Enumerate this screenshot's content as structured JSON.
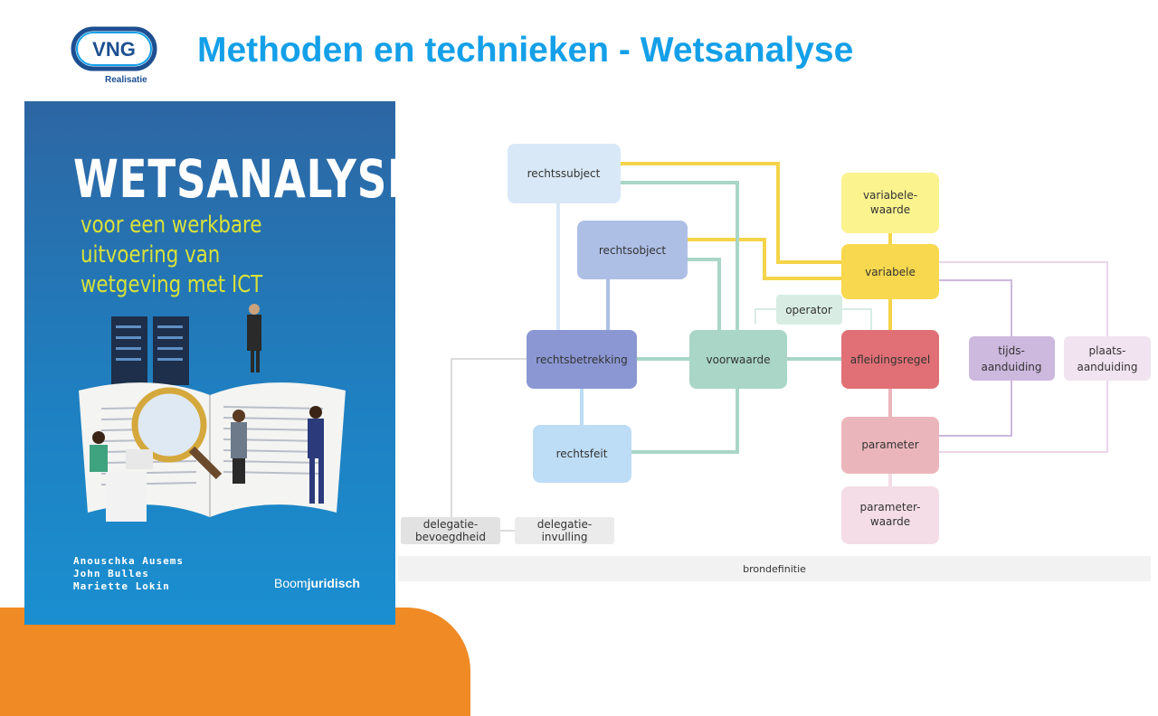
{
  "header": {
    "logo_text": "VNG",
    "logo_subtext": "Realisatie",
    "title": "Methoden en technieken - Wetsanalyse"
  },
  "book": {
    "title": "WETSANALYSE",
    "subtitle_lines": [
      "voor een werkbare",
      "uitvoering van",
      "wetgeving met ICT"
    ],
    "authors": [
      "Anouschka Ausems",
      "John Bulles",
      "Mariette Lokin"
    ],
    "publisher_light": "Boom",
    "publisher_bold": "juridisch"
  },
  "diagram": {
    "nodes": {
      "rechtssubject": "rechtssubject",
      "rechtsobject": "rechtsobject",
      "rechtsbetrekking": "rechtsbetrekking",
      "voorwaarde": "voorwaarde",
      "rechtsfeit": "rechtsfeit",
      "operator": "operator",
      "variabele_waarde_1": "variabele-",
      "variabele_waarde_2": "waarde",
      "variabele": "variabele",
      "afleidingsregel": "afleidingsregel",
      "parameter": "parameter",
      "parameter_waarde_1": "parameter-",
      "parameter_waarde_2": "waarde",
      "tijdsaanduiding_1": "tijds-",
      "tijdsaanduiding_2": "aanduiding",
      "plaatsaanduiding_1": "plaats-",
      "plaatsaanduiding_2": "aanduiding",
      "delegatiebevoegdheid_1": "delegatie-",
      "delegatiebevoegdheid_2": "bevoegdheid",
      "delegatieinvulling_1": "delegatie-",
      "delegatieinvulling_2": "invulling"
    },
    "footer": "brondefinitie",
    "colors": {
      "yellow": "#f5d44a",
      "teal": "#a9d6c6",
      "light_blue": "#d9e8f7",
      "periwinkle": "#aebfe6",
      "indigo": "#8b97d3",
      "sky": "#bddcf5",
      "mint": "#d8ece4",
      "pale_yellow": "#fbf38e",
      "gold": "#f7d84e",
      "red": "#e07075",
      "pink": "#ebb6bb",
      "pale_pink": "#f4dde6",
      "lilac": "#cdb8de",
      "pale_lilac": "#f1e3f0",
      "grey": "#e2e2e2"
    }
  }
}
